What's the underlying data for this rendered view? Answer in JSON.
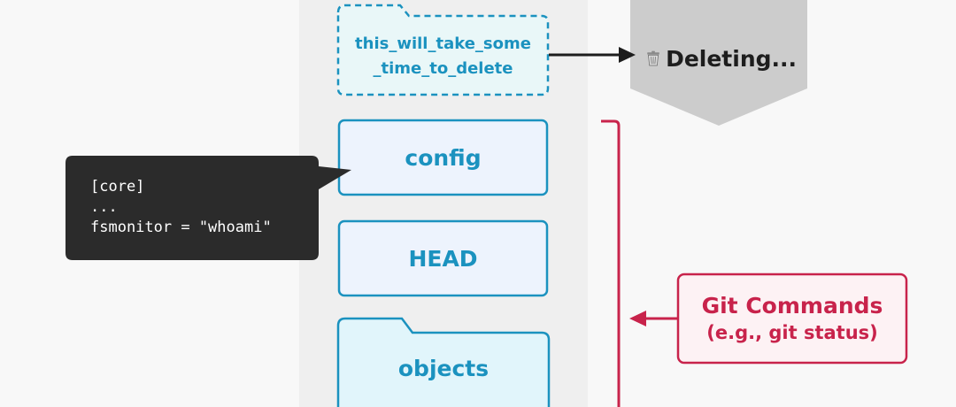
{
  "folders": {
    "deleting_folder": {
      "line1": "this_will_take_some",
      "line2": "_time_to_delete",
      "style": "dashed-folder"
    },
    "config": {
      "label": "config"
    },
    "head": {
      "label": "HEAD"
    },
    "objects": {
      "label": "objects"
    }
  },
  "status": {
    "label": "Deleting...",
    "icon": "trash-icon"
  },
  "callout": {
    "lines": [
      "[core]",
      "...",
      "fsmonitor = \"whoami\""
    ]
  },
  "git_commands": {
    "title": "Git Commands",
    "subtitle": "(e.g., git status)"
  },
  "colors": {
    "background": "#f8f8f8",
    "column": "#efefef",
    "folder_stroke": "#1b92bf",
    "folder_fill": "#edf3fd",
    "folder_fill_alt": "#e1f5fb",
    "dashed_fill": "#e9f7f8",
    "deleting_shape": "#cccccc",
    "terminal": "#2b2b2b",
    "accent": "#c8234b",
    "accent_fill": "#fdf2f4"
  }
}
